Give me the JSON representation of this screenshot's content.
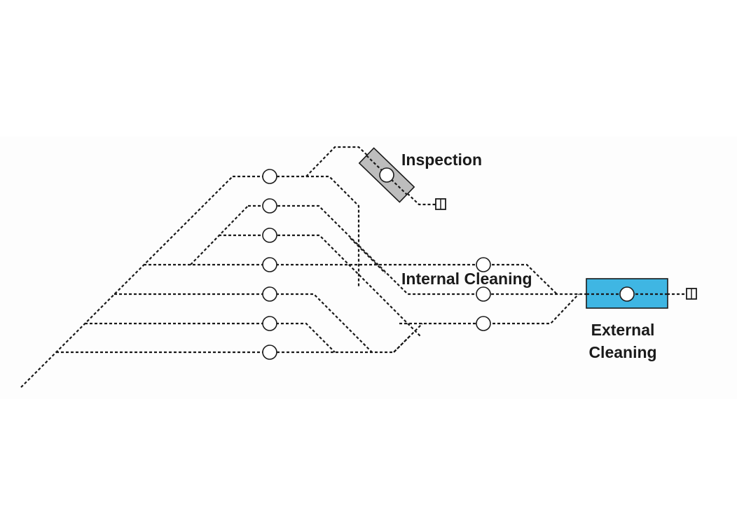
{
  "labels": {
    "inspection": "Inspection",
    "internal_cleaning": "Internal Cleaning",
    "external_cleaning_line1": "External",
    "external_cleaning_line2": "Cleaning"
  },
  "colors": {
    "track": "#1a1a1a",
    "inspection_box": "#bdbdbd",
    "external_cleaning_box": "#3fb6e3",
    "node_fill": "#ffffff"
  }
}
